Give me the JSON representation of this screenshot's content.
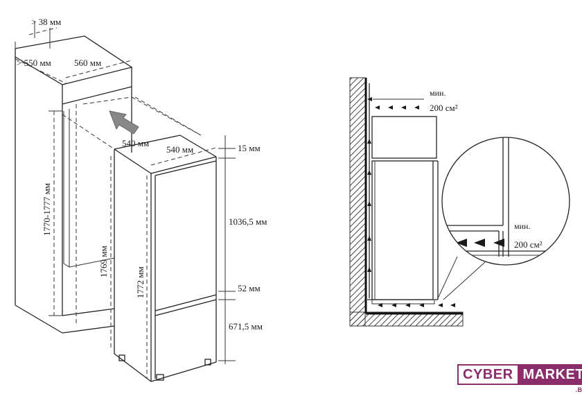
{
  "left_diagram": {
    "dims": {
      "d38": "> 38 мм",
      "d550": "> 550 мм",
      "d560": "560 мм",
      "d540a": "540 мм",
      "d540b": "540 мм",
      "d15": "15 мм",
      "d1036": "1036,5 мм",
      "d52": "52 мм",
      "d671": "671,5 мм",
      "d1770": "1770-1777 мм",
      "d1769": "1769 мм",
      "d1772": "1772 мм"
    }
  },
  "right_diagram": {
    "top_vent": {
      "line1": "мин.",
      "line2": "200 см²"
    },
    "detail_vent": {
      "line1": "мин.",
      "line2": "200 см²"
    }
  },
  "logo": {
    "left": "CYBER",
    "right": "MARKET",
    "suffix": ".BY"
  },
  "colors": {
    "brand": "#8a2d6a",
    "ink": "#1a1a1a"
  }
}
